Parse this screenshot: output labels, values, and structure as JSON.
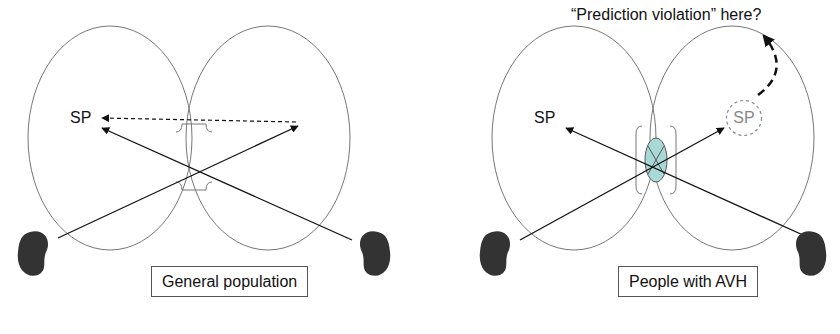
{
  "diagram": {
    "nodes": [
      {
        "text": [
          "General population"
        ]
      },
      {
        "text": [
          "SP"
        ]
      },
      {
        "text": [
          "People with AVH"
        ]
      }
    ],
    "labels": [
      "“Prediction violation” here?",
      "SP",
      "SP"
    ]
  }
}
